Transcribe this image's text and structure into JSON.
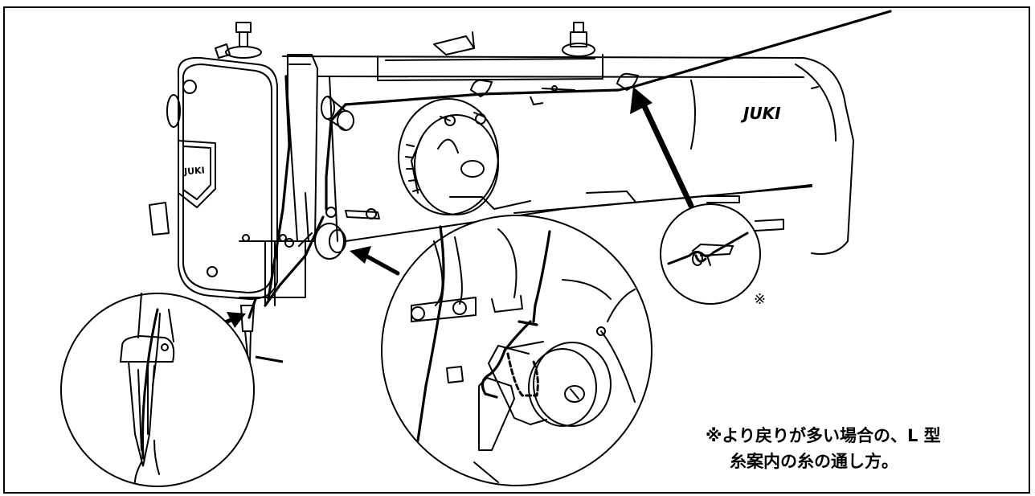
{
  "brand": {
    "logo_text": "JUKI"
  },
  "marks": {
    "reference_mark": "※"
  },
  "note": {
    "line1": "※より戻りが多い場合の、L 型",
    "line2": "糸案内の糸の通し方。"
  }
}
